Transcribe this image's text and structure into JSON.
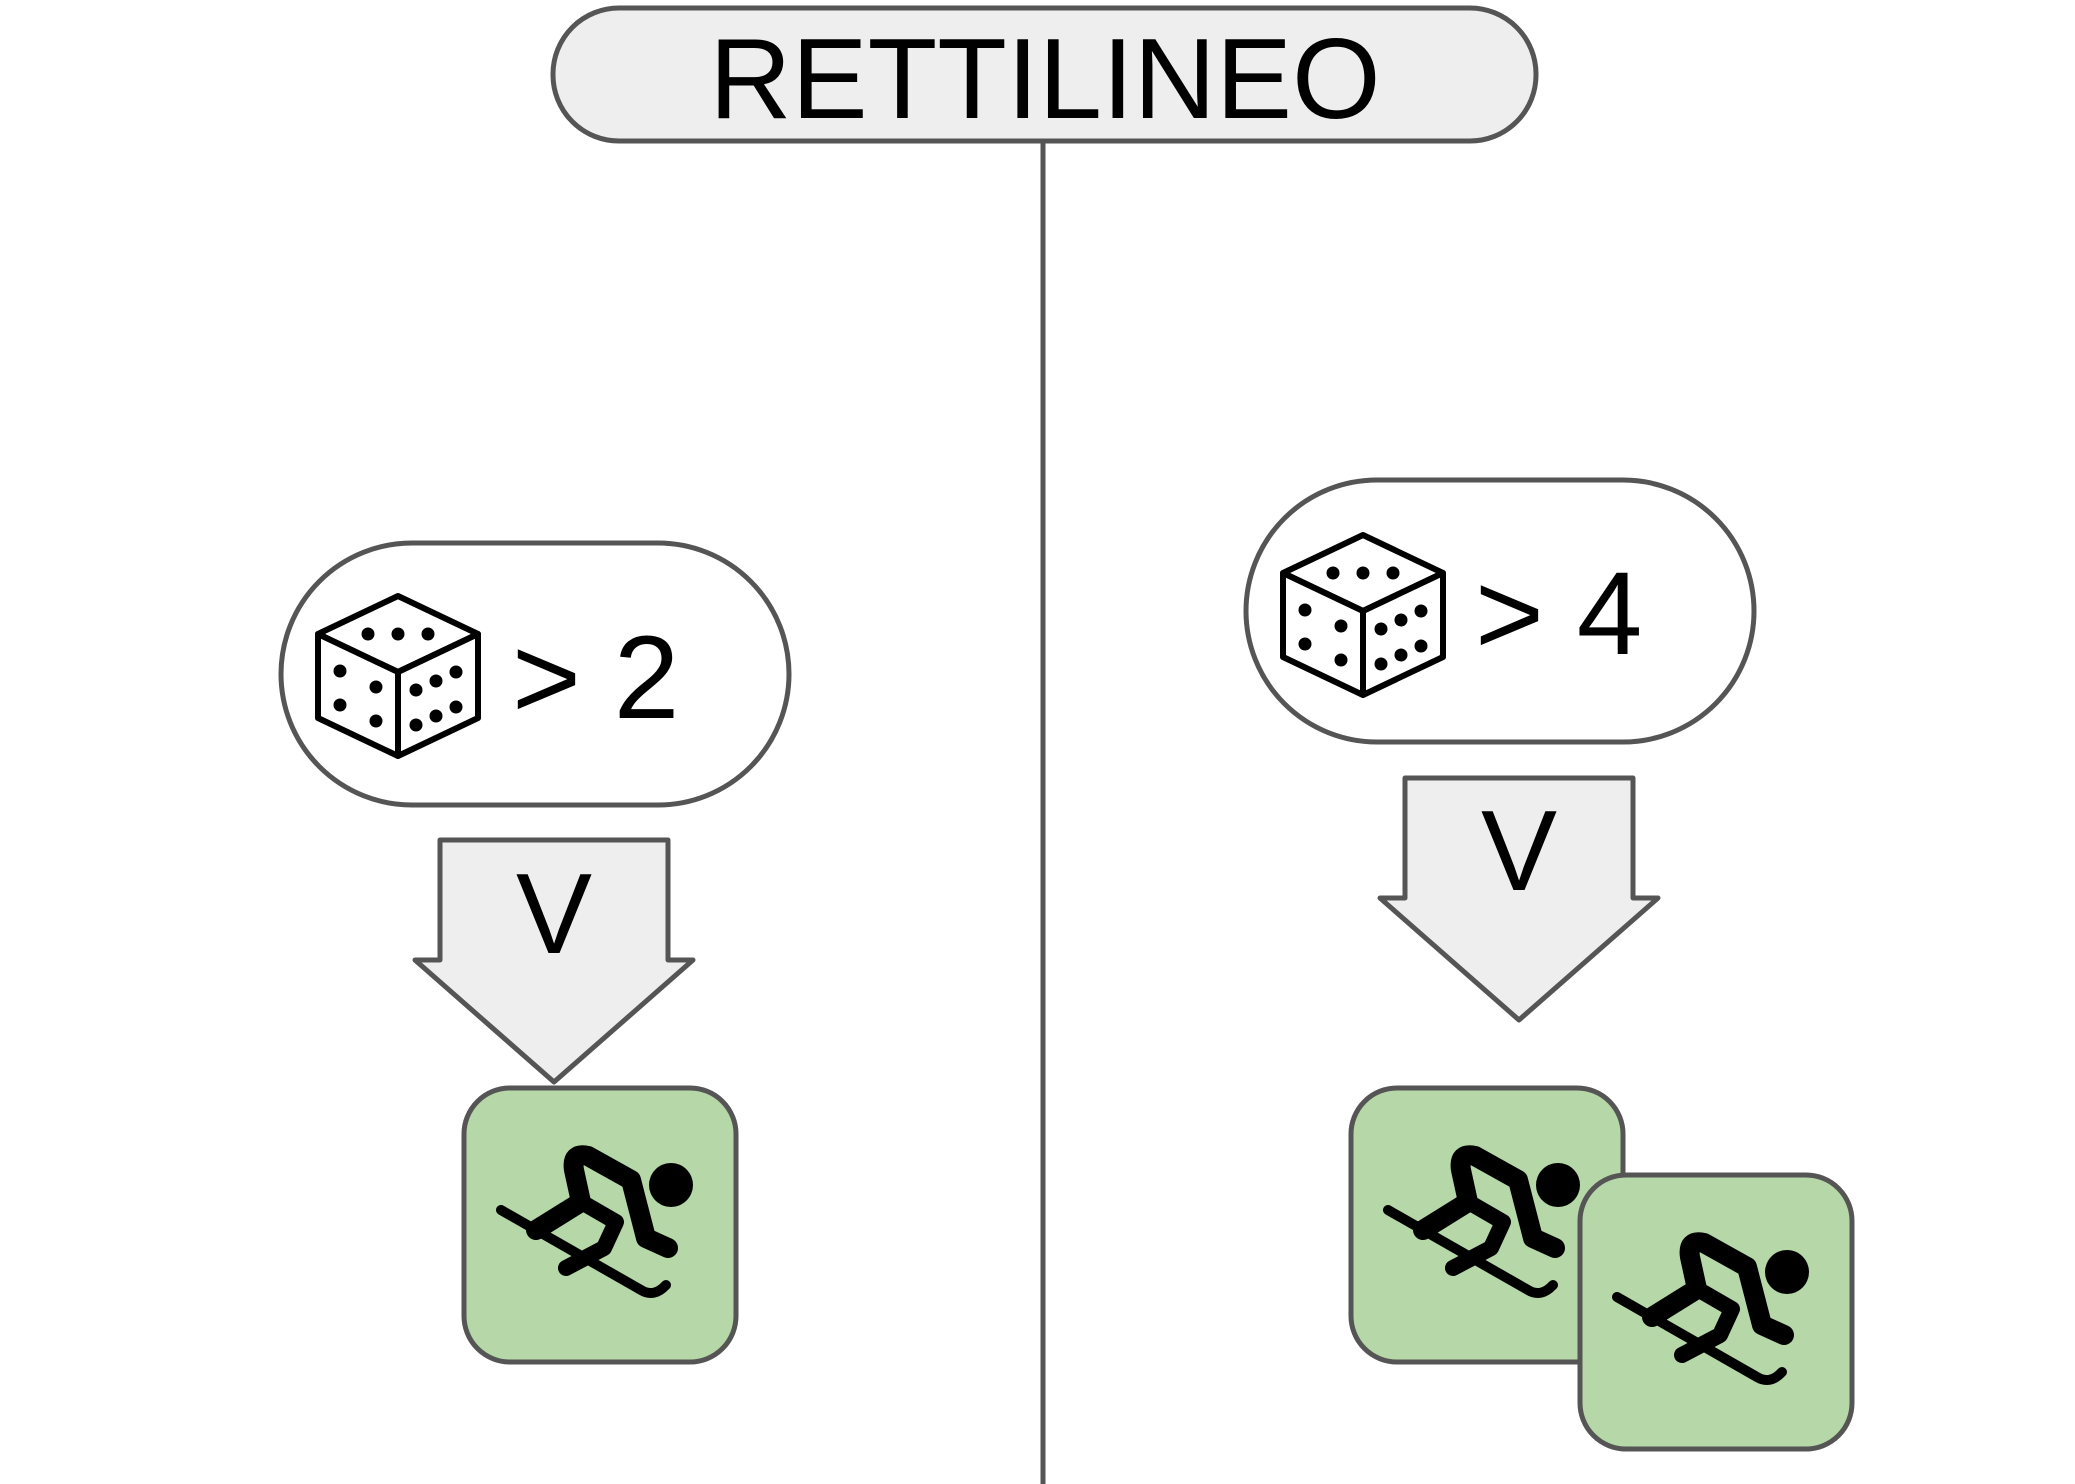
{
  "title": "RETTILINEO",
  "colors": {
    "outline": "#555555",
    "pill_fill": "#eeeeee",
    "arrow_fill": "#eeeeee",
    "card_fill": "#b6d7a8",
    "ink": "#000000"
  },
  "branches": [
    {
      "condition_icon": "dice-icon",
      "condition_text": "> 2",
      "arrow_text": "V",
      "result_icon": "skier-icon",
      "result_count": 1
    },
    {
      "condition_icon": "dice-icon",
      "condition_text": "> 4",
      "arrow_text": "V",
      "result_icon": "skier-icon",
      "result_count": 2
    }
  ]
}
